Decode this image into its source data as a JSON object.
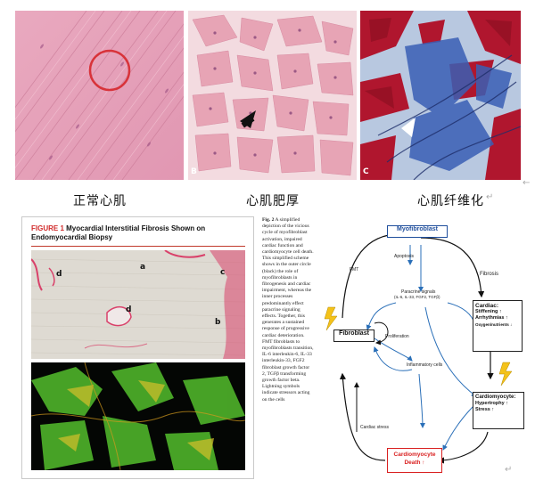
{
  "top_captions": {
    "normal": "正常心肌",
    "hypertrophy": "心肌肥厚",
    "fibrosis": "心肌纤维化"
  },
  "panel_letters": {
    "b": "B",
    "c": "C"
  },
  "figure1": {
    "label": "FIGURE 1",
    "title": "Myocardial Interstitial Fibrosis Shown on Endomyocardial Biopsy",
    "labels": {
      "a": "a",
      "b": "b",
      "c": "c",
      "d1": "d",
      "d2": "d"
    }
  },
  "fig2_caption": {
    "label": "Fig. 2",
    "text": "A simplified depiction of the vicious cycle of myofibroblast activation, impaired cardiac function and cardiomyocyte cell death. This simplified scheme shows in the outer circle (black) the role of myofibroblasts in fibrogenesis and cardiac impairment, whereas the inner processes predominantly effect paracrine signaling effects. Together, this generates a sustained response of progressive cardiac deterioration. FMT fibroblasts to myofibroblasts transition, IL-6 interleukin-6, IL-33 interleukin-33, FGF2 fibroblast growth factor 2, TGFβ transforming growth factor beta. Lightning symbols indicate stressors acting on the cells"
  },
  "diagram": {
    "myofibroblast": "Myofibroblast",
    "fibroblast": "Fibroblast",
    "fibrosis": "Fibrosis",
    "cardiac_title": "Cardiac:",
    "cardiac_items": [
      "Stiffening ↑",
      "Arrhythmias ↑",
      "Oxygen/nutrients ↓"
    ],
    "cardiomyocyte_title": "Cardiomyocyte:",
    "cardiomyocyte_items": [
      "Hypertrophy ↑",
      "Stress ↑"
    ],
    "death_line1": "Cardiomyocyte",
    "death_line2": "Death ↑",
    "apoptosis": "Apoptosis",
    "fmt": "FMT",
    "proliferation": "Proliferation",
    "paracrine": "Paracrine signals",
    "paracrine_list": "(IL-6, IL-33, FGF2, TGFβ)",
    "inflammatory": "Inflammatory cells",
    "cardiac_stress": "Cardiac stress"
  },
  "colors": {
    "myofib_border": "#1f4e9c",
    "death_border": "#d92020",
    "arrow_blue": "#2a6fb8",
    "lightning": "#f4c21a"
  }
}
